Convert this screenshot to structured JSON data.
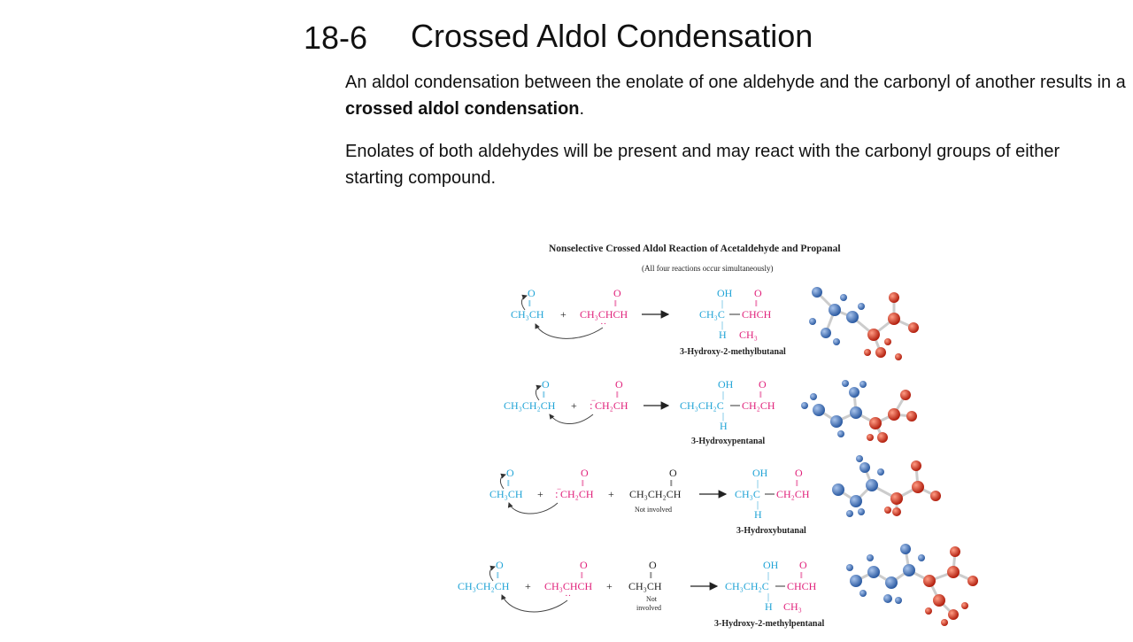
{
  "slide": {
    "number": "18-6",
    "title": "Crossed Aldol Condensation",
    "para1_before": "An aldol condensation between the enolate of one aldehyde and the carbonyl of another results in a ",
    "para1_bold": "crossed aldol condensation",
    "para1_after": ".",
    "para2": "Enolates of both aldehydes will be present and may react with the carbonyl groups of either starting compound."
  },
  "figure": {
    "title": "Nonselective Crossed Aldol Reaction of Acetaldehyde and Propanal",
    "subtitle": "(All four reactions occur simultaneously)",
    "reactions": [
      {
        "reactant1": "CH₃CH",
        "reactant2": "CH₃CHCH",
        "product_left": "CH₃C",
        "product_right": "CHCH",
        "product_oh": "OH",
        "product_h": "H",
        "product_sub": "CH₃",
        "name": "3-Hydroxy-2-methylbutanal"
      },
      {
        "reactant1": "CH₃CH₂CH",
        "reactant2": "CH₂CH",
        "product_left": "CH₃CH₂C",
        "product_right": "CH₂CH",
        "product_oh": "OH",
        "product_h": "H",
        "name": "3-Hydroxypentanal"
      },
      {
        "reactant1": "CH₃CH",
        "reactant2": "CH₂CH",
        "spectator": "CH₃CH₂CH",
        "spectator_note": "Not involved",
        "product_left": "CH₃C",
        "product_right": "CH₂CH",
        "product_oh": "OH",
        "product_h": "H",
        "name": "3-Hydroxybutanal"
      },
      {
        "reactant1": "CH₃CH₂CH",
        "reactant2": "CH₃CHCH",
        "spectator": "CH₃CH",
        "spectator_note_1": "Not",
        "spectator_note_2": "involved",
        "product_left": "CH₃CH₂C",
        "product_right": "CHCH",
        "product_oh": "OH",
        "product_h": "H",
        "product_sub": "CH₃",
        "name": "3-Hydroxy-2-methylpentanal"
      }
    ],
    "labels": {
      "O": "O",
      "plus": "+",
      "bond": "‖",
      "pipe": "|",
      "dots": "··",
      "colon": ":",
      "minus": "−"
    },
    "colors": {
      "acetaldehyde": "#1fa3d6",
      "propanal": "#e0207a",
      "carbon_atom": "#3f6fb6",
      "oxygen_atom": "#d0301c"
    }
  }
}
